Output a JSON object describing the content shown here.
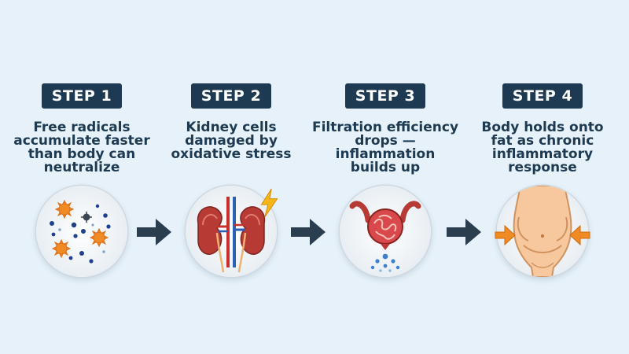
{
  "steps": [
    {
      "badge": "STEP 1",
      "text": "Free radicals\naccumulate faster\nthan body can\nneutralize",
      "icon": "free-radicals-icon"
    },
    {
      "badge": "STEP 2",
      "text": "Kidney cells\ndamaged by\noxidative stress",
      "icon": "kidneys-icon"
    },
    {
      "badge": "STEP 3",
      "text": "Filtration efficiency\ndrops —\ninflammation\nbuilds up",
      "icon": "filtration-icon"
    },
    {
      "badge": "STEP 4",
      "text": "Body holds onto\nfat as chronic\ninflammatory\nresponse",
      "icon": "belly-fat-icon"
    }
  ],
  "colors": {
    "background": "#e6f1f9",
    "badge": "#1d3a52",
    "text": "#1d3a52",
    "arrow": "#2b3e50",
    "kidney": "#b83a35",
    "accent_orange": "#f08a24"
  }
}
